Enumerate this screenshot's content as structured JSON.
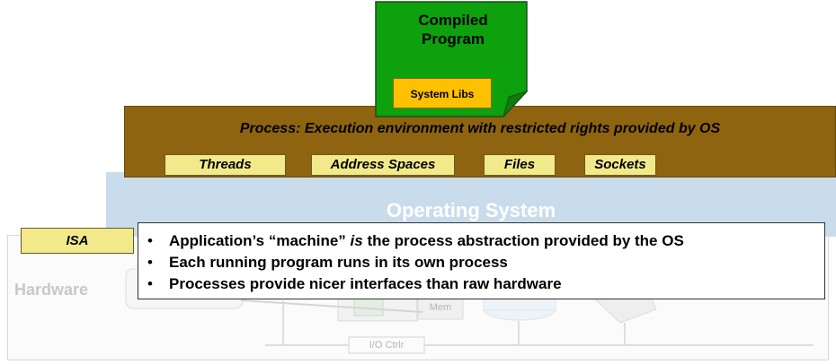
{
  "program": {
    "title_line1": "Compiled",
    "title_line2": "Program",
    "syslibs_label": "System Libs"
  },
  "process": {
    "description": "Process: Execution environment with restricted rights provided by OS",
    "chips": [
      "Threads",
      "Address Spaces",
      "Files",
      "Sockets"
    ]
  },
  "os": {
    "title": "Operating System"
  },
  "isa": {
    "label": "ISA"
  },
  "hardware": {
    "label": "Hardware",
    "mem_label": "Mem",
    "io_label": "I/O Ctrlr"
  },
  "callout": {
    "bullet1_a": "Application’s “machine” ",
    "bullet1_em": "is",
    "bullet1_b": " the process abstraction provided by the OS",
    "bullet2": "Each running program runs in its own process",
    "bullet3": "Processes provide nicer interfaces than raw hardware"
  },
  "colors": {
    "program_green": "#0da10d",
    "process_brown": "#8e6410",
    "os_blue": "#c9dcec",
    "chip_yellow": "#f2e98a",
    "syslibs_orange": "#ffc000"
  }
}
